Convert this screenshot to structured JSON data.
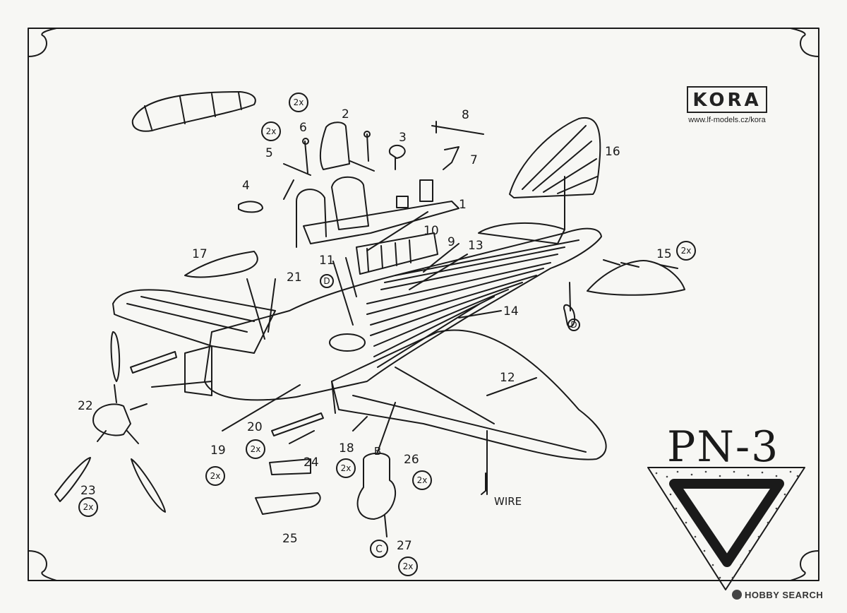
{
  "brand": {
    "logo": "KORA",
    "url": "www.lf-models.cz/kora"
  },
  "model_title": "PN-3",
  "parts": {
    "p1": "1",
    "p2": "2",
    "p3": "3",
    "p4": "4",
    "p5": "5",
    "p6": "6",
    "p7": "7",
    "p8": "8",
    "p9": "9",
    "p10": "10",
    "p11": "11",
    "p12": "12",
    "p13": "13",
    "p14": "14",
    "p15": "15",
    "p16": "16",
    "p17": "17",
    "p18": "18",
    "p19": "19",
    "p20": "20",
    "p21": "21",
    "p22": "22",
    "p23": "23",
    "p24": "24",
    "p25": "25",
    "p26": "26",
    "p27": "27"
  },
  "quantity_badge": "2x",
  "letter_badges": {
    "d": "D",
    "b": "B",
    "c": "C"
  },
  "wire_label": "WIRE",
  "watermark": "HOBBY SEARCH"
}
